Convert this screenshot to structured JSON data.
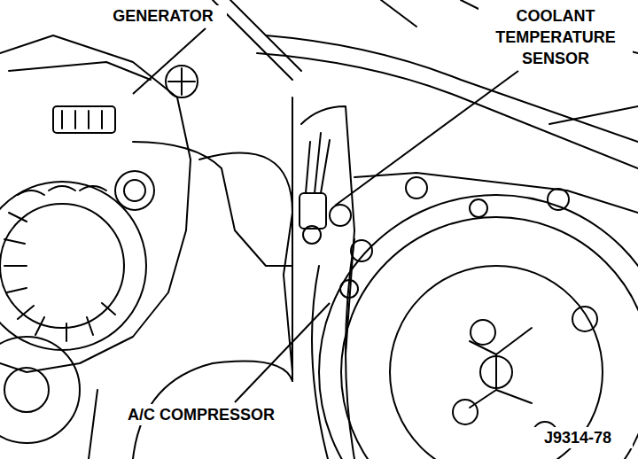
{
  "diagram": {
    "labels": [
      "GENERATOR",
      "COOLANT TEMPERATURE SENSOR",
      "A/C COMPRESSOR",
      "J9314-78"
    ]
  }
}
